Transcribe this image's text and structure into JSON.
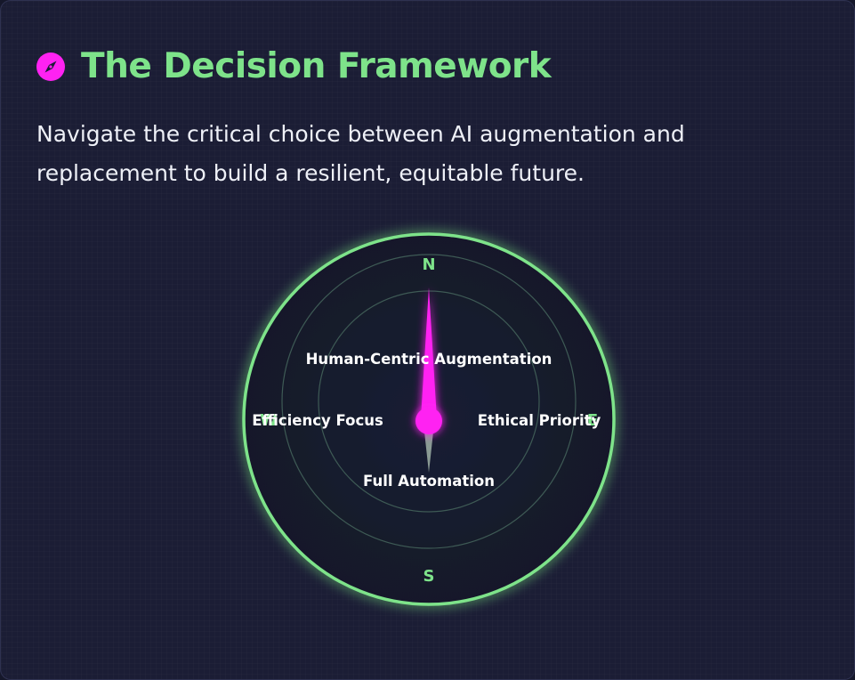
{
  "colors": {
    "accent_green": "#7ee38a",
    "accent_magenta": "#ff22f2",
    "background": "#1b1d35",
    "text": "#eef0f7",
    "needle_tail": "#8a9a94"
  },
  "header": {
    "icon": "compass-icon",
    "title": "The Decision Framework",
    "subtitle": "Navigate the critical choice between AI augmentation and replacement to build a resilient, equitable future."
  },
  "compass": {
    "directions": {
      "north": "N",
      "south": "S",
      "east": "E",
      "west": "W"
    },
    "labels": {
      "north": "Human-Centric Augmentation",
      "south": "Full Automation",
      "west": "Efficiency Focus",
      "east": "Ethical Priority"
    },
    "needle_heading": "north"
  }
}
